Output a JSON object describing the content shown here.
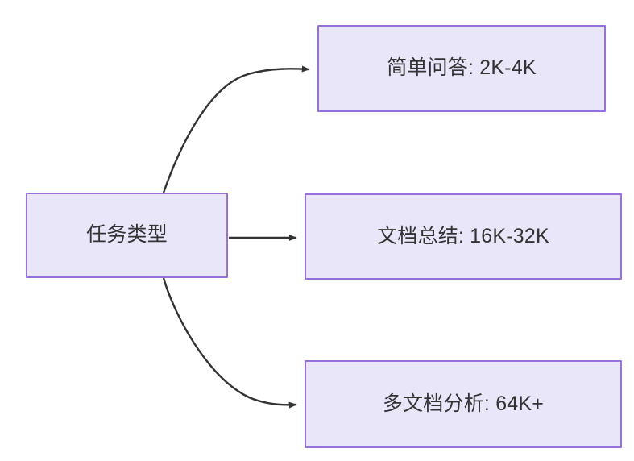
{
  "diagram": {
    "type": "flowchart",
    "orientation": "left-to-right",
    "background_color": "#ffffff",
    "node_fill_color": "#e9e6fa",
    "node_border_color": "#9670dd",
    "text_color": "#333333",
    "edge_color": "#333333",
    "nodes": [
      {
        "id": "source",
        "label": "任务类型",
        "role": "root"
      },
      {
        "id": "simple_qa",
        "label": "简单问答: 2K-4K",
        "role": "leaf"
      },
      {
        "id": "doc_summary",
        "label": "文档总结: 16K-32K",
        "role": "leaf"
      },
      {
        "id": "multi_doc",
        "label": "多文档分析: 64K+",
        "role": "leaf"
      }
    ],
    "edges": [
      {
        "id": "edge-source-simple-qa",
        "from": "source",
        "to": "simple_qa",
        "style": "curved",
        "arrowhead": "triangle",
        "label": ""
      },
      {
        "id": "edge-source-doc-summary",
        "from": "source",
        "to": "doc_summary",
        "style": "straight",
        "arrowhead": "triangle",
        "label": ""
      },
      {
        "id": "edge-source-multi-doc",
        "from": "source",
        "to": "multi_doc",
        "style": "curved",
        "arrowhead": "triangle",
        "label": ""
      }
    ]
  }
}
